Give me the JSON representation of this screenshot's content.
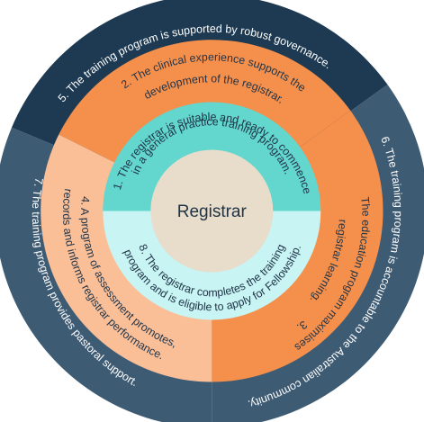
{
  "center": {
    "label": "Registrar"
  },
  "outer_ring": [
    {
      "id": "5",
      "text": "5. The training program is supported by robust governance."
    },
    {
      "id": "6",
      "text": "6. The training program is accountable to the Australian community."
    },
    {
      "id": "7",
      "text": "7. The training program provides pastoral support."
    }
  ],
  "middle_ring": [
    {
      "id": "2",
      "lines": [
        "2. The clinical experience supports the",
        "development of the registrar."
      ]
    },
    {
      "id": "3",
      "lines": [
        "The education program maximises",
        "registrar learning."
      ]
    },
    {
      "id": "3-number",
      "text": "3."
    },
    {
      "id": "4",
      "lines": [
        "4. A program of assessment promotes,",
        "records and informs registrar performance."
      ]
    }
  ],
  "inner_ring": [
    {
      "id": "1",
      "lines": [
        "1. The registrar is suitable and ready to commence",
        "in a general practice training program."
      ]
    },
    {
      "id": "8",
      "lines": [
        "8. The registrar completes the training",
        "program and is eligible to apply for Fellowship."
      ]
    }
  ],
  "colors": {
    "navy": "#1d3a52",
    "slate": "#3e5b74",
    "orange": "#f5904c",
    "peach": "#fbbf98",
    "teal": "#63d6cd",
    "aqua": "#c8f4f3",
    "center": "#e8dccb",
    "dark_text": "#1f3347",
    "light_text": "#ffffff"
  }
}
